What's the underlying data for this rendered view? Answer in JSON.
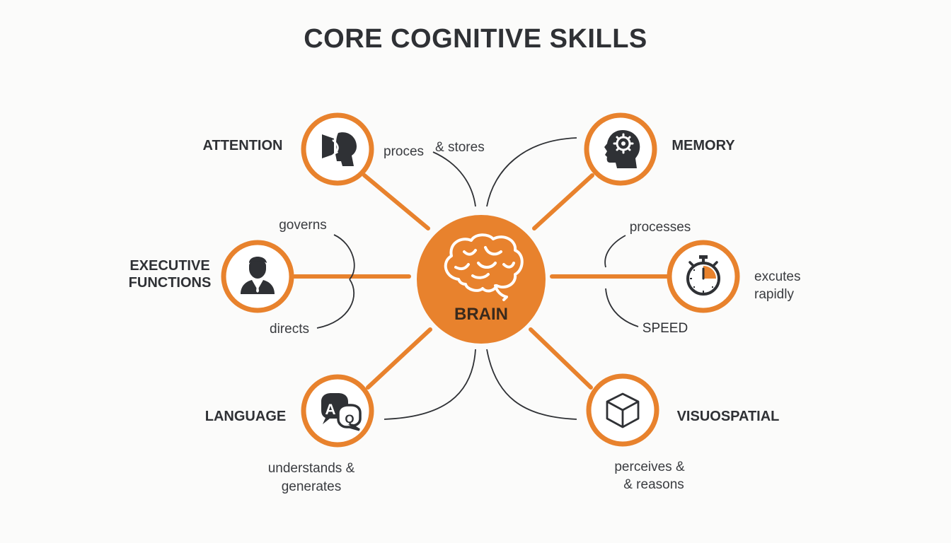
{
  "title": "CORE COGNITIVE SKILLS",
  "hub": {
    "label": "BRAIN",
    "icon": "brain-icon",
    "color": "#e8822d"
  },
  "nodes": [
    {
      "id": "attention",
      "label": "ATTENTION",
      "icon": "head-profile-icon"
    },
    {
      "id": "memory",
      "label": "MEMORY",
      "icon": "head-gear-icon"
    },
    {
      "id": "executive",
      "label_lines": [
        "EXECUTIVE",
        "FUNCTIONS"
      ],
      "icon": "businessman-icon"
    },
    {
      "id": "speed",
      "label": "SPEED",
      "icon": "stopwatch-icon"
    },
    {
      "id": "language",
      "label": "LANGUAGE",
      "icon": "speech-bubbles-icon"
    },
    {
      "id": "visuospatial",
      "label": "VISUOSPATIAL",
      "icon": "cube-icon"
    }
  ],
  "relations": {
    "attention": "proces",
    "memory": "& stores",
    "executive_top": "governs",
    "executive_bottom": "directs",
    "speed_top": "processes",
    "speed_side_lines": [
      "excutes",
      "rapidly"
    ],
    "language_lines": [
      "understands &",
      "generates"
    ],
    "visuospatial_lines": [
      "perceives &",
      "& reasons"
    ]
  },
  "colors": {
    "accent": "#e8822d",
    "text": "#2f3135",
    "background": "#fbfbfa"
  }
}
